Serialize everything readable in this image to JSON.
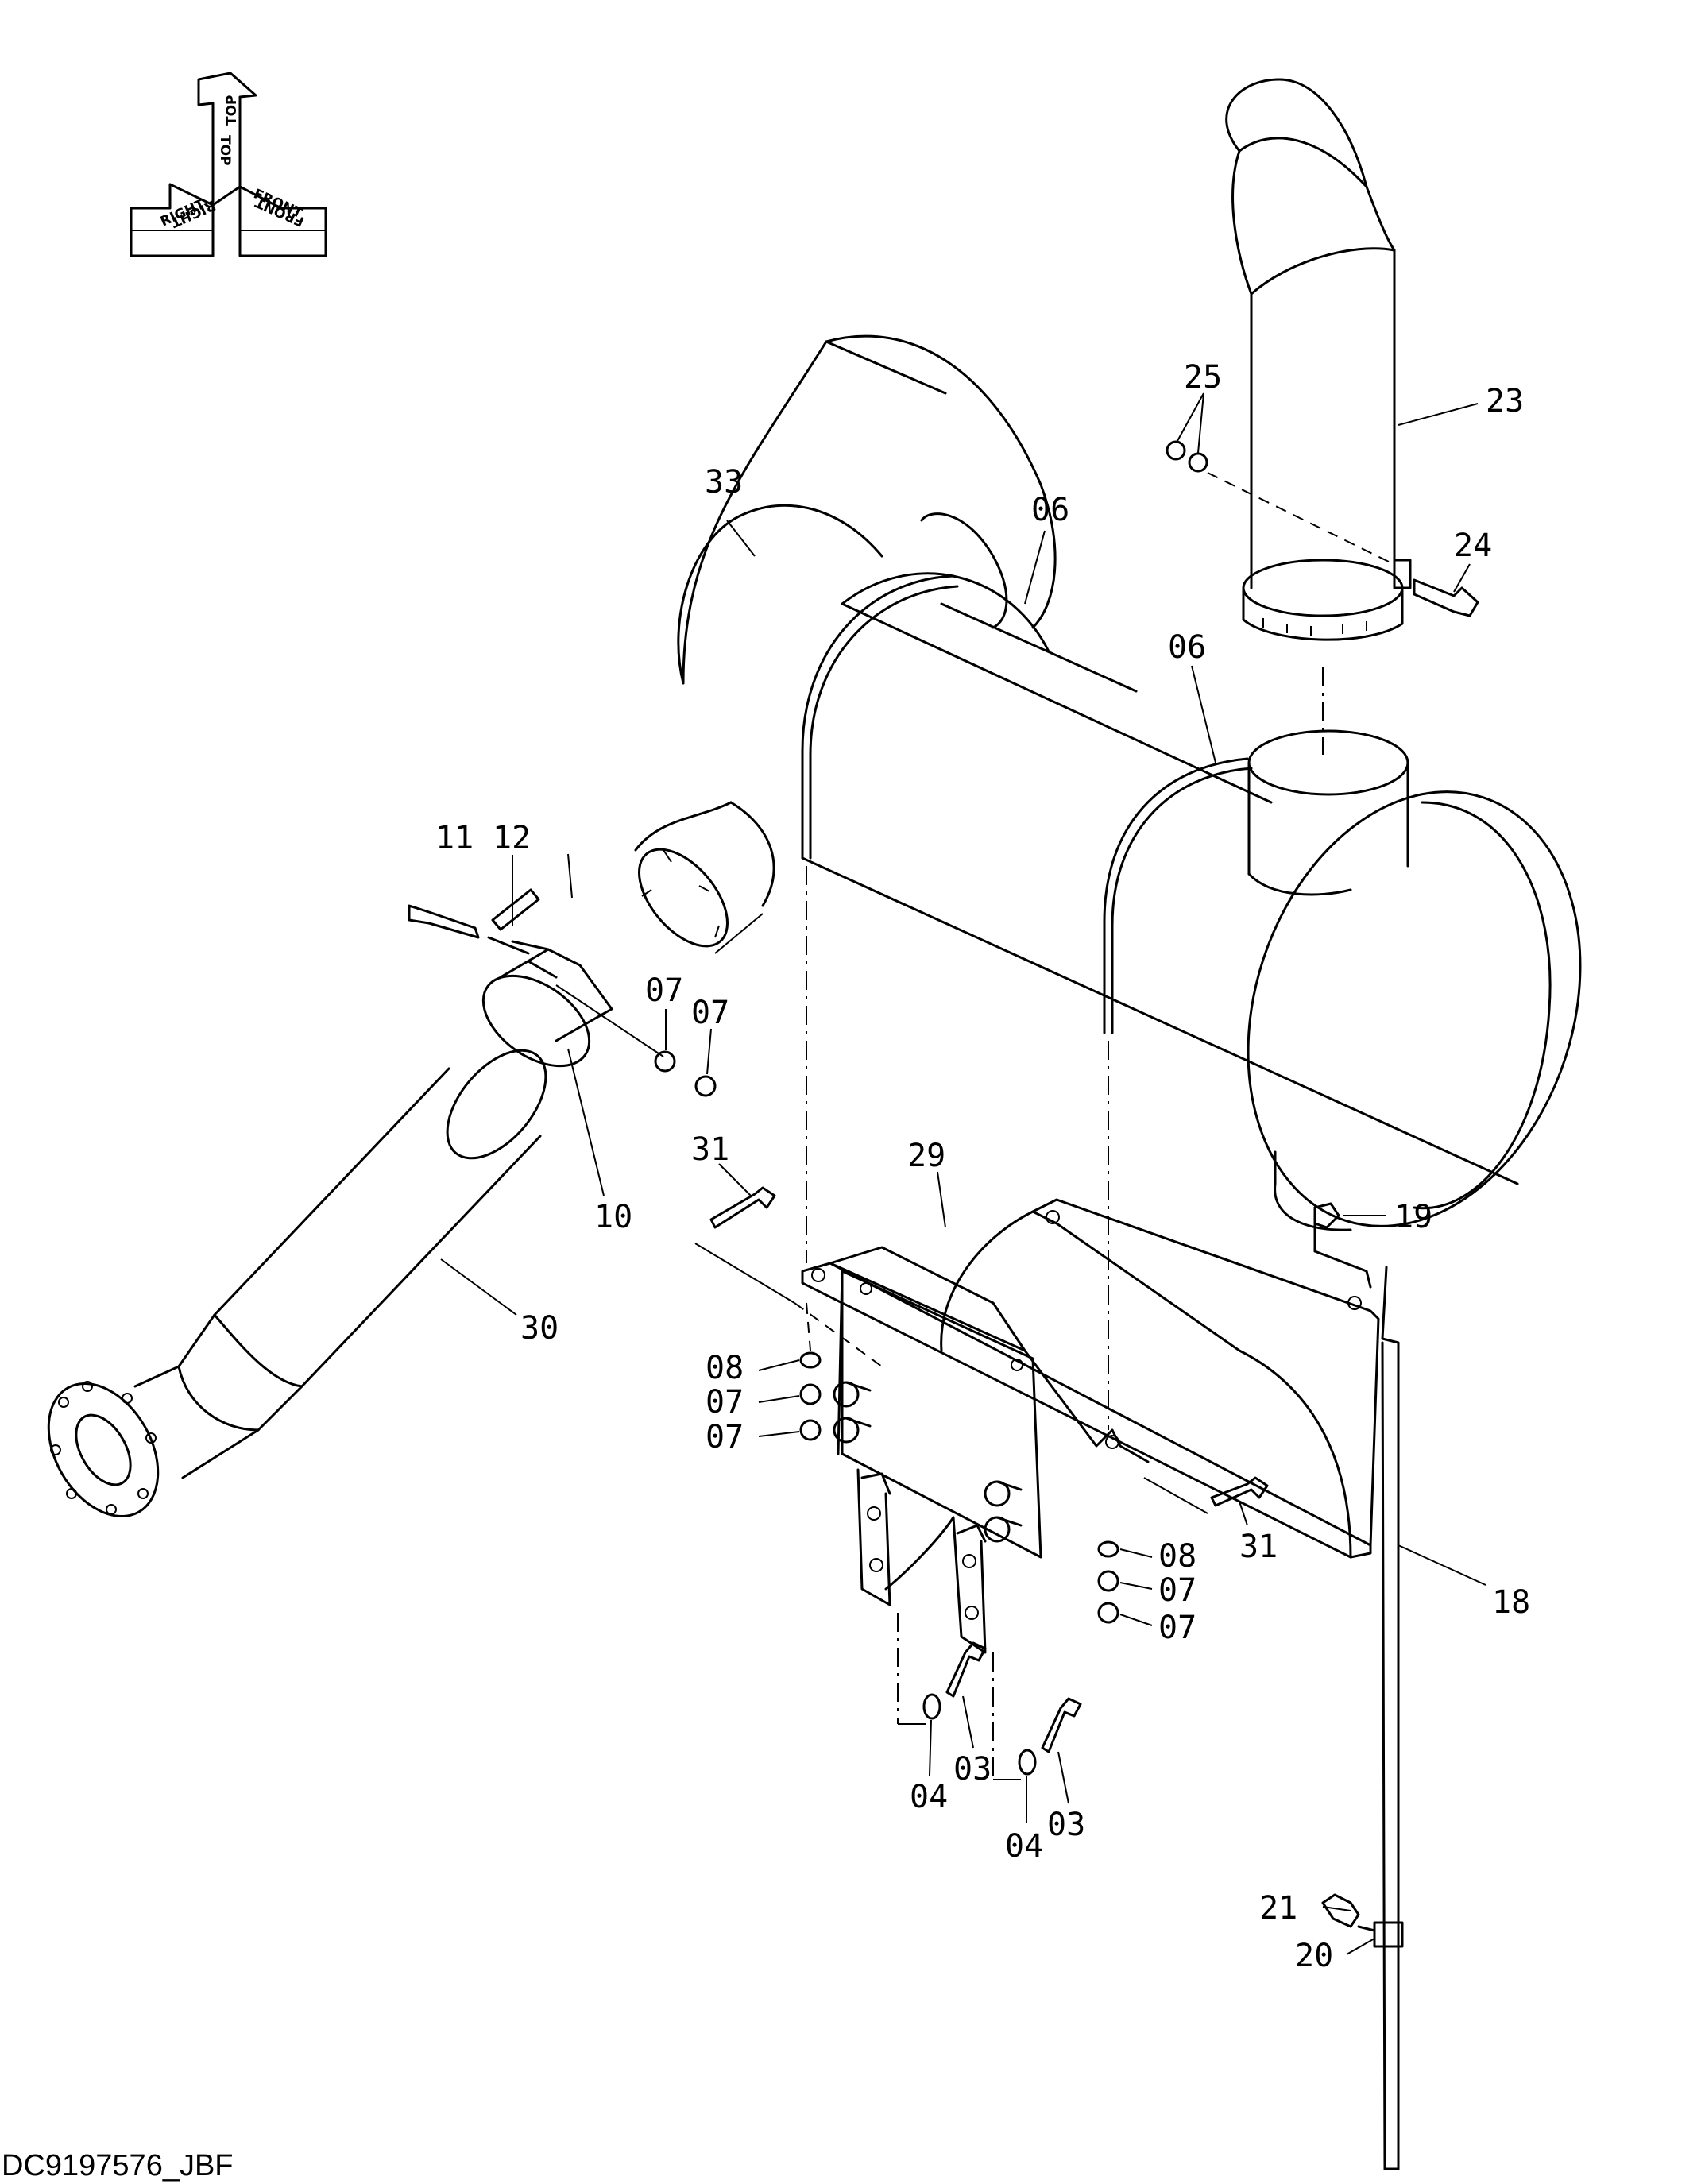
{
  "orientation": {
    "top": "TOP",
    "right": "RIGHT",
    "front": "FRONT"
  },
  "callouts": {
    "c03a": "03",
    "c03b": "03",
    "c04a": "04",
    "c04b": "04",
    "c06a": "06",
    "c06b": "06",
    "c07a": "07",
    "c07b": "07",
    "c07c": "07",
    "c07d": "07",
    "c07e": "07",
    "c07f": "07",
    "c08a": "08",
    "c08b": "08",
    "c10": "10",
    "c11": "11",
    "c12": "12",
    "c18": "18",
    "c19": "19",
    "c20": "20",
    "c21": "21",
    "c23": "23",
    "c24": "24",
    "c25": "25",
    "c29": "29",
    "c30": "30",
    "c31a": "31",
    "c31b": "31",
    "c33": "33"
  },
  "drawing_code": "DC9197576_JBF"
}
